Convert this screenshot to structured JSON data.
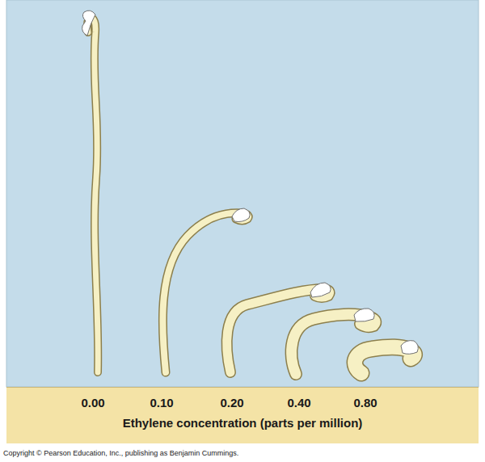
{
  "diagram": {
    "nodes": [
      {
        "text": [
          "0.00",
          "0.10",
          "0.20",
          "0.40",
          "0.80",
          "Ethylene concentration (parts per million)"
        ]
      }
    ],
    "labels": [
      "Copyright © Pearson Education, Inc., publishing as Benjamin Cummings."
    ]
  }
}
